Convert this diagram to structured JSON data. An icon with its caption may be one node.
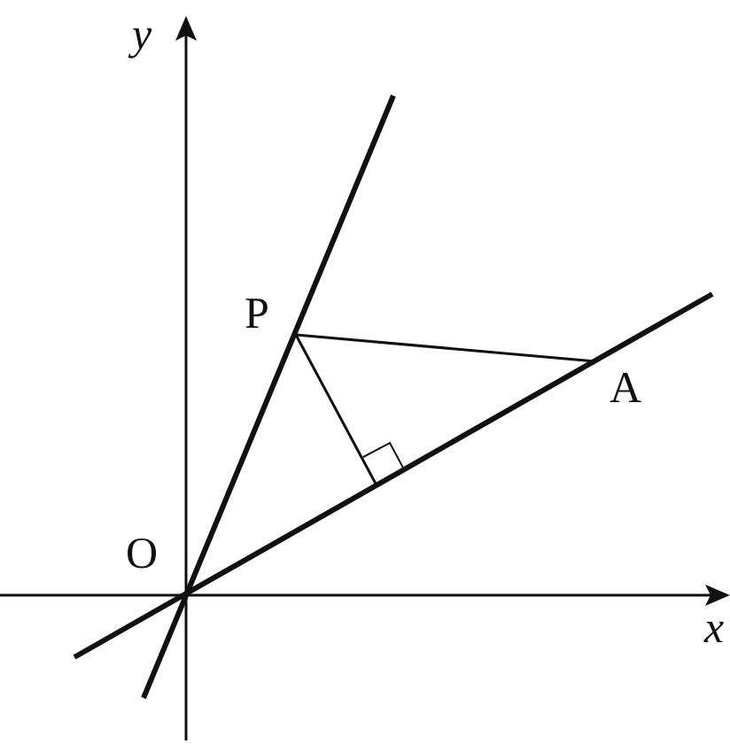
{
  "diagram": {
    "nodes": [
      {
        "text": [
          "P"
        ]
      },
      {
        "text": [
          "A"
        ]
      }
    ],
    "edges": [
      {
        "from": 0,
        "to": 1,
        "arrow": "none"
      },
      {
        "from": 0,
        "to": null,
        "arrow": "none"
      }
    ],
    "labels": [
      "y",
      "O",
      "x"
    ]
  }
}
